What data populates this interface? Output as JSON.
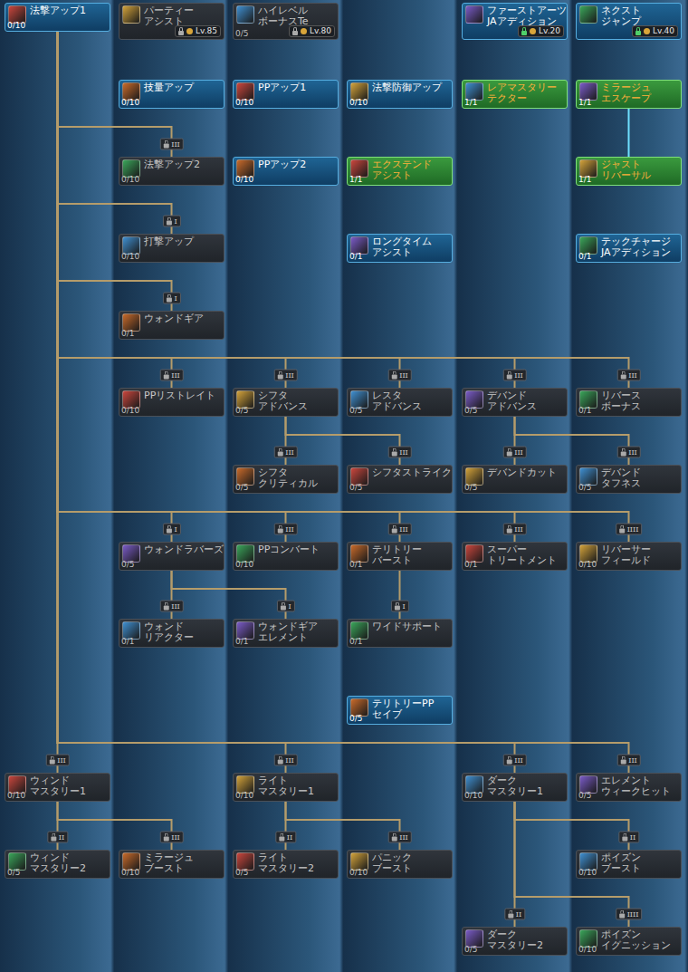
{
  "diagram": {
    "nodes": [
      {
        "text": [
          "法撃アップ1",
          "0/10"
        ]
      },
      {
        "text": [
          "パーティー アシスト",
          "Lv.85"
        ]
      },
      {
        "text": [
          "ハイレベル ボーナスTe",
          "0/5",
          "Lv.80"
        ]
      },
      {
        "text": [
          "ファーストアーツ JAアディション",
          "Lv.20"
        ]
      },
      {
        "text": [
          "ネクスト ジャンプ",
          "Lv.40"
        ]
      },
      {
        "text": [
          "技量アップ",
          "0/10"
        ]
      },
      {
        "text": [
          "PPアップ1",
          "0/10"
        ]
      },
      {
        "text": [
          "法撃防御アップ",
          "0/10"
        ]
      },
      {
        "text": [
          "レアマスタリー テクター",
          "1/1"
        ]
      },
      {
        "text": [
          "ミラージュ エスケープ",
          "1/1"
        ]
      },
      {
        "text": [
          "法撃アップ2",
          "0/10"
        ]
      },
      {
        "text": [
          "PPアップ2",
          "0/10"
        ]
      },
      {
        "text": [
          "エクステンド アシスト",
          "1/1"
        ]
      },
      {
        "text": [
          "ジャスト リバーサル",
          "1/1"
        ]
      },
      {
        "text": [
          "打撃アップ",
          "0/10"
        ]
      },
      {
        "text": [
          "ロングタイム アシスト",
          "0/1"
        ]
      },
      {
        "text": [
          "テックチャージ JAアディション",
          "0/1"
        ]
      },
      {
        "text": [
          "ウォンドギア",
          "0/1"
        ]
      },
      {
        "text": [
          "PPリストレイト",
          "0/10"
        ]
      },
      {
        "text": [
          "シフタ アドバンス",
          "0/5"
        ]
      },
      {
        "text": [
          "レスタ アドバンス",
          "0/5"
        ]
      },
      {
        "text": [
          "デバンド アドバンス",
          "0/5"
        ]
      },
      {
        "text": [
          "リバース ボーナス",
          "0/1"
        ]
      },
      {
        "text": [
          "シフタ クリティカル",
          "0/5"
        ]
      },
      {
        "text": [
          "シフタストライク",
          "0/5"
        ]
      },
      {
        "text": [
          "デバンドカット",
          "0/5"
        ]
      },
      {
        "text": [
          "デバンド タフネス",
          "0/5"
        ]
      },
      {
        "text": [
          "ウォンドラバーズ",
          "0/5"
        ]
      },
      {
        "text": [
          "PPコンバート",
          "0/10"
        ]
      },
      {
        "text": [
          "テリトリー バースト",
          "0/1"
        ]
      },
      {
        "text": [
          "スーパー トリートメント",
          "0/1"
        ]
      },
      {
        "text": [
          "リバーサー フィールド",
          "0/10"
        ]
      },
      {
        "text": [
          "ウォンド リアクター",
          "0/1"
        ]
      },
      {
        "text": [
          "ウォンドギア エレメント",
          "0/1"
        ]
      },
      {
        "text": [
          "ワイドサポート",
          "0/1"
        ]
      },
      {
        "text": [
          "テリトリーPP セイブ",
          "0/5"
        ]
      },
      {
        "text": [
          "ウィンド マスタリー1",
          "0/10"
        ]
      },
      {
        "text": [
          "ライト マスタリー1",
          "0/10"
        ]
      },
      {
        "text": [
          "ダーク マスタリー1",
          "0/10"
        ]
      },
      {
        "text": [
          "エレメント ウィークヒット",
          "0/5"
        ]
      },
      {
        "text": [
          "ウィンド マスタリー2",
          "0/5"
        ]
      },
      {
        "text": [
          "ミラージュ ブースト",
          "0/10"
        ]
      },
      {
        "text": [
          "ライト マスタリー2",
          "0/5"
        ]
      },
      {
        "text": [
          "パニック ブースト",
          "0/10"
        ]
      },
      {
        "text": [
          "ポイズン ブースト",
          "0/10"
        ]
      },
      {
        "text": [
          "ダーク マスタリー2",
          "0/5"
        ]
      },
      {
        "text": [
          "ポイズン イグニッション",
          "0/10"
        ]
      }
    ],
    "edges": [
      {
        "from": 0,
        "to": 10,
        "arrow": "none",
        "label": "III"
      },
      {
        "from": 0,
        "to": 14,
        "arrow": "none",
        "label": "I"
      },
      {
        "from": 0,
        "to": 17,
        "arrow": "none",
        "label": "I"
      },
      {
        "from": 0,
        "to": 18,
        "arrow": "none",
        "label": "III"
      },
      {
        "from": 0,
        "to": 19,
        "arrow": "none",
        "label": "III"
      },
      {
        "from": 0,
        "to": 20,
        "arrow": "none",
        "label": "III"
      },
      {
        "from": 0,
        "to": 21,
        "arrow": "none",
        "label": "III"
      },
      {
        "from": 0,
        "to": 22,
        "arrow": "none",
        "label": "III"
      },
      {
        "from": 19,
        "to": 23,
        "arrow": "none",
        "label": "III"
      },
      {
        "from": 19,
        "to": 24,
        "arrow": "none",
        "label": "III"
      },
      {
        "from": 21,
        "to": 25,
        "arrow": "none",
        "label": "III"
      },
      {
        "from": 21,
        "to": 26,
        "arrow": "none",
        "label": "III"
      },
      {
        "from": 0,
        "to": 27,
        "arrow": "none",
        "label": "I"
      },
      {
        "from": 0,
        "to": 28,
        "arrow": "none",
        "label": "III"
      },
      {
        "from": 0,
        "to": 29,
        "arrow": "none",
        "label": "III"
      },
      {
        "from": 0,
        "to": 30,
        "arrow": "none",
        "label": "III"
      },
      {
        "from": 0,
        "to": 31,
        "arrow": "none",
        "label": "IIII"
      },
      {
        "from": 27,
        "to": 32,
        "arrow": "none",
        "label": "III"
      },
      {
        "from": 27,
        "to": 33,
        "arrow": "none",
        "label": "I"
      },
      {
        "from": 29,
        "to": 34,
        "arrow": "none",
        "label": "I"
      },
      {
        "from": 0,
        "to": 36,
        "arrow": "none",
        "label": "III"
      },
      {
        "from": 0,
        "to": 37,
        "arrow": "none",
        "label": "III"
      },
      {
        "from": 0,
        "to": 38,
        "arrow": "none",
        "label": "III"
      },
      {
        "from": 0,
        "to": 39,
        "arrow": "none",
        "label": "III"
      },
      {
        "from": 36,
        "to": 40,
        "arrow": "none",
        "label": "II"
      },
      {
        "from": 36,
        "to": 41,
        "arrow": "none",
        "label": "III"
      },
      {
        "from": 37,
        "to": 42,
        "arrow": "none",
        "label": "II"
      },
      {
        "from": 37,
        "to": 43,
        "arrow": "none",
        "label": "III"
      },
      {
        "from": 38,
        "to": 44,
        "arrow": "none",
        "label": "II"
      },
      {
        "from": 38,
        "to": 45,
        "arrow": "none",
        "label": "II"
      },
      {
        "from": 38,
        "to": 46,
        "arrow": "none",
        "label": "IIII"
      },
      {
        "from": 9,
        "to": 13,
        "arrow": "none"
      }
    ]
  }
}
